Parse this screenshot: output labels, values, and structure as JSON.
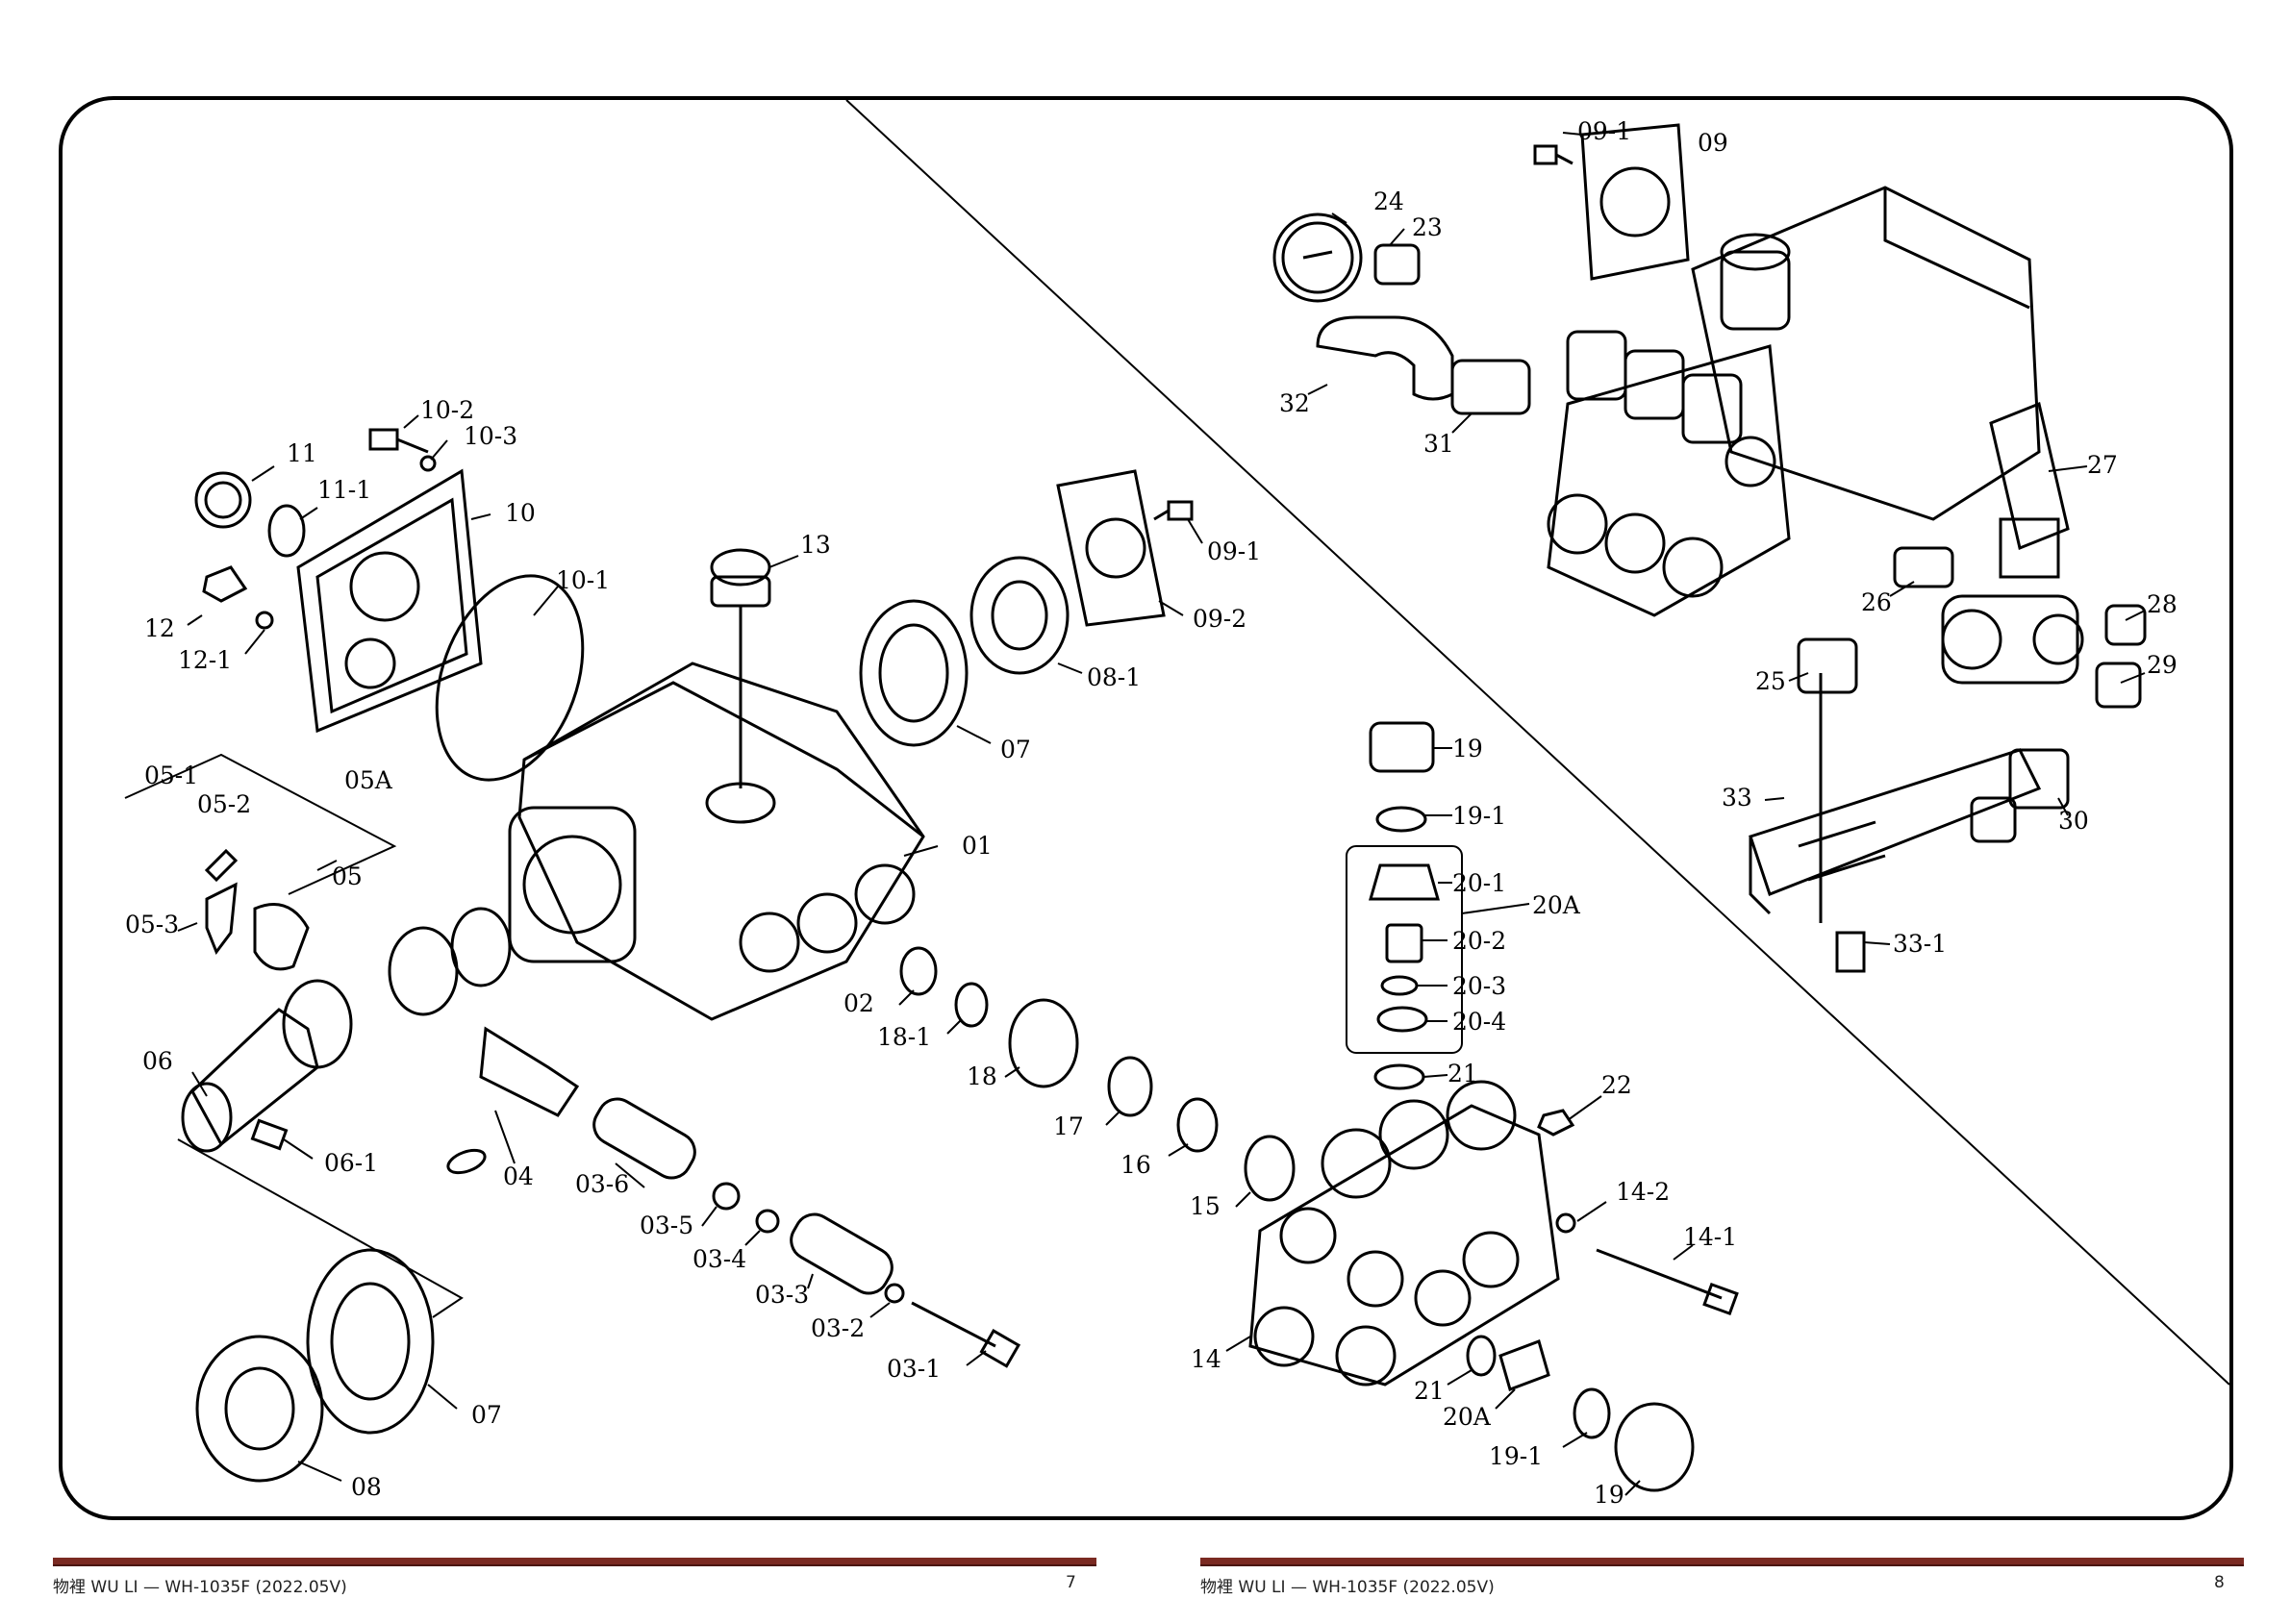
{
  "labels": {
    "p09_1_top": "09-1",
    "p09_top": "09",
    "p24": "24",
    "p23": "23",
    "p32": "32",
    "p31": "31",
    "p27": "27",
    "p26": "26",
    "p28": "28",
    "p29": "29",
    "p25": "25",
    "p33": "33",
    "p30": "30",
    "p33_1": "33-1",
    "p10_2": "10-2",
    "p10_3": "10-3",
    "p11": "11",
    "p11_1": "11-1",
    "p10": "10",
    "p10_1": "10-1",
    "p12": "12",
    "p12_1": "12-1",
    "p13": "13",
    "p09_1_left": "09-1",
    "p09_2": "09-2",
    "p08_1": "08-1",
    "p07_upper": "07",
    "p01": "01",
    "p05_1": "05-1",
    "p05_2": "05-2",
    "p05a": "05A",
    "p05": "05",
    "p05_3": "05-3",
    "p02": "02",
    "p18_1": "18-1",
    "p18": "18",
    "p06": "06",
    "p06_1": "06-1",
    "p04": "04",
    "p03_6": "03-6",
    "p03_5": "03-5",
    "p03_4": "03-4",
    "p03_3": "03-3",
    "p03_2": "03-2",
    "p03_1": "03-1",
    "p17": "17",
    "p16": "16",
    "p15": "15",
    "p07_lower": "07",
    "p08": "08",
    "p19_top": "19",
    "p19_1_top": "19-1",
    "p20_1": "20-1",
    "p20_2": "20-2",
    "p20_3": "20-3",
    "p20_4": "20-4",
    "p20a_group": "20A",
    "p21_top": "21",
    "p22": "22",
    "p14_2": "14-2",
    "p14_1": "14-1",
    "p14": "14",
    "p21_bottom": "21",
    "p20a_bottom": "20A",
    "p19_1_bottom": "19-1",
    "p19_bottom": "19"
  },
  "footer": {
    "left_text": "物裡 WU LI — WH-1035F (2022.05V)",
    "left_page": "7",
    "right_text": "物裡 WU LI — WH-1035F (2022.05V)",
    "right_page": "8"
  },
  "colors": {
    "rule": "#7a2a22",
    "ink": "#000000"
  }
}
